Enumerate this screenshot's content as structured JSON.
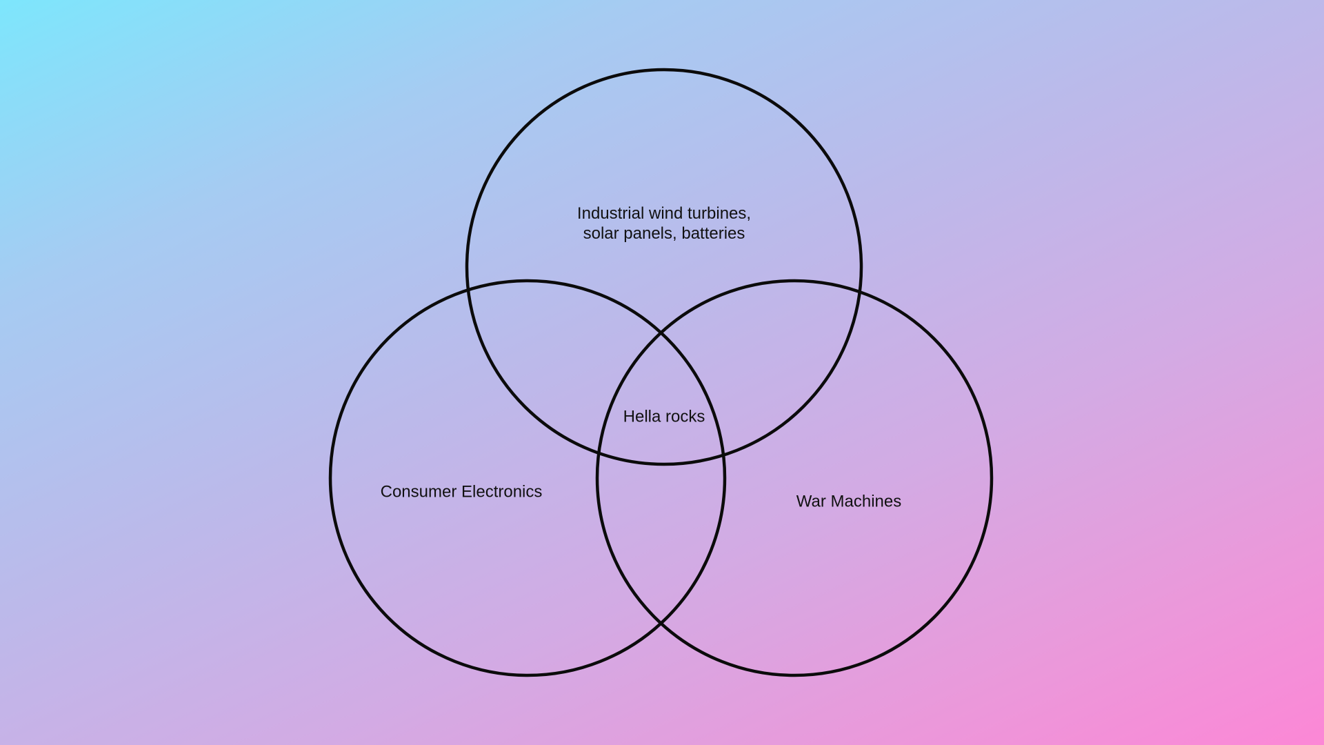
{
  "diagram": {
    "type": "venn",
    "sets": [
      {
        "id": "top",
        "label_lines": [
          "Industrial wind turbines,",
          "solar panels, batteries"
        ]
      },
      {
        "id": "left",
        "label_lines": [
          "Consumer Electronics"
        ]
      },
      {
        "id": "right",
        "label_lines": [
          "War Machines"
        ]
      }
    ],
    "intersection_label": "Hella rocks",
    "stroke_color": "#0b0b0b",
    "gradient_colors": [
      "#7de6fc",
      "#bcb9ea",
      "#fc87d6"
    ]
  }
}
